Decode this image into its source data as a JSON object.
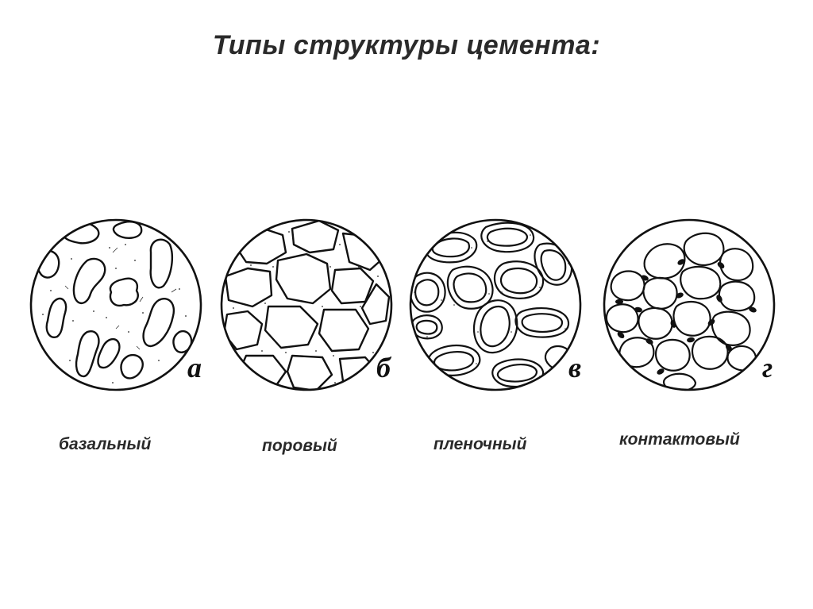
{
  "title": "Типы структуры цемента:",
  "panels": [
    {
      "letter": "а",
      "caption": "базальный"
    },
    {
      "letter": "б",
      "caption": "поровый"
    },
    {
      "letter": "в",
      "caption": "пленочный"
    },
    {
      "letter": "г",
      "caption": "контактовый"
    }
  ]
}
